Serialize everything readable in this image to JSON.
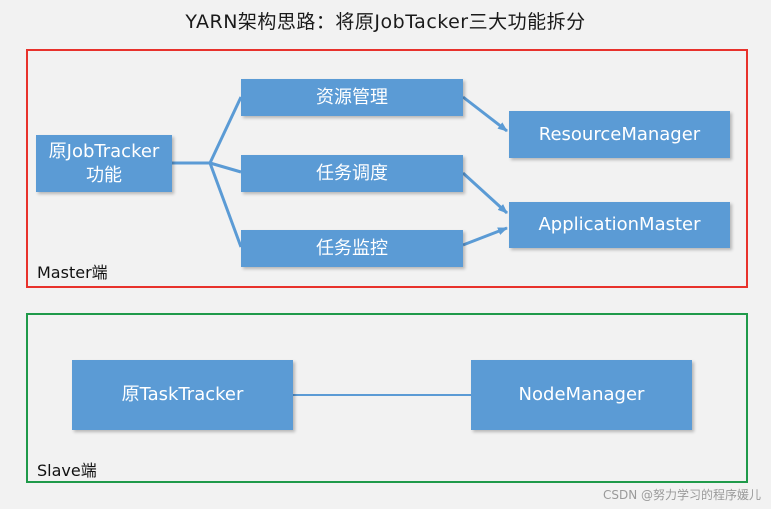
{
  "title": "YARN架构思路：将原JobTacker三大功能拆分",
  "master": {
    "label": "Master端",
    "border_color": "#e8322c",
    "source": {
      "line1": "原JobTracker",
      "line2": "功能"
    },
    "functions": [
      "资源管理",
      "任务调度",
      "任务监控"
    ],
    "targets": [
      "ResourceManager",
      "ApplicationMaster"
    ]
  },
  "slave": {
    "label": "Slave端",
    "border_color": "#1f9a4a",
    "left": "原TaskTracker",
    "right": "NodeManager"
  },
  "node_color": "#5b9bd5",
  "watermark": "CSDN @努力学习的程序媛儿"
}
